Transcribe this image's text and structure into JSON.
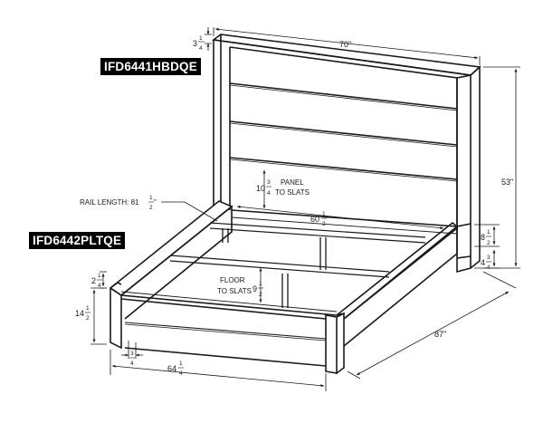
{
  "models": {
    "headboard": "IFD6441HBDQE",
    "platform": "IFD6442PLTQE"
  },
  "dimensions": {
    "top_cap_thickness": {
      "whole": "3",
      "num": "1",
      "den": "4"
    },
    "headboard_width": "70\"",
    "total_height": "53\"",
    "panel_to_slats_value": {
      "whole": "10",
      "num": "3",
      "den": "4"
    },
    "panel_to_slats_label_1": "PANEL",
    "panel_to_slats_label_2": "TO SLATS",
    "rail_length_label": "RAIL LENGTH: 81",
    "rail_length_frac": {
      "num": "1",
      "den": "2"
    },
    "inner_width": {
      "whole": "60",
      "num": "1",
      "den": "2"
    },
    "rail_height": {
      "whole": "8",
      "num": "1",
      "den": "2"
    },
    "leg_height": {
      "whole": "4",
      "num": "3",
      "den": "4"
    },
    "footboard_top_offset": {
      "whole": "2",
      "num": "1",
      "den": "4"
    },
    "footboard_height": {
      "whole": "14",
      "num": "1",
      "den": "2"
    },
    "floor_to_slats_label_1": "FLOOR",
    "floor_to_slats_label_2": "TO SLATS",
    "floor_to_slats_value": {
      "whole": "9",
      "num": "1",
      "den": "2"
    },
    "total_length": "87\"",
    "foot_leg_clearance": {
      "num": "3",
      "den": "4"
    },
    "footboard_width": {
      "whole": "64",
      "num": "1",
      "den": "4"
    }
  }
}
